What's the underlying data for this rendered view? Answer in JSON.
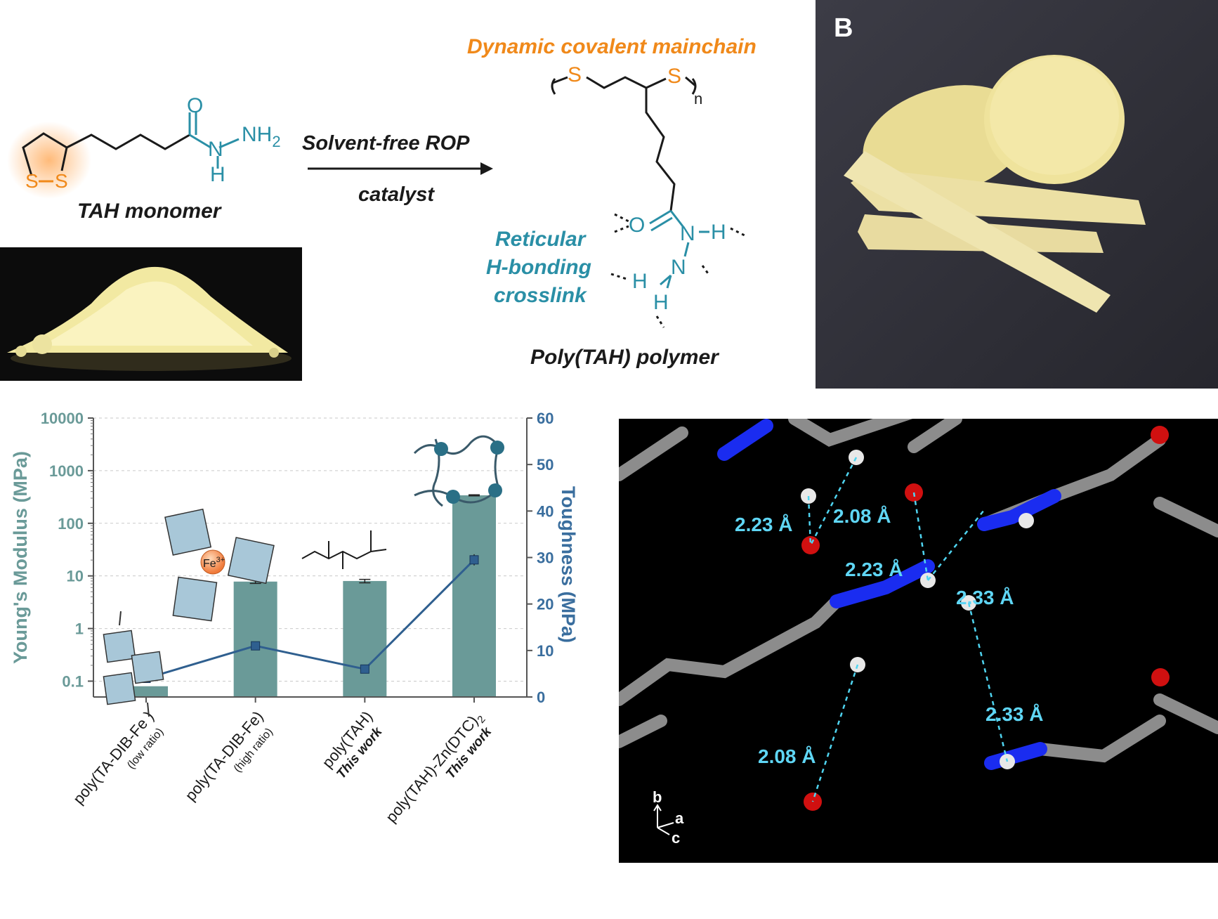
{
  "scheme": {
    "monomer_label": "TAH monomer",
    "atom_O": "O",
    "atom_N": "N",
    "atom_H": "H",
    "atom_NH2": "NH",
    "sub_2": "2",
    "atom_S": "S",
    "reaction_top": "Solvent-free ROP",
    "reaction_bottom": "catalyst",
    "mainchain_label": "Dynamic covalent mainchain",
    "repeat_n": "n",
    "crosslink_line1": "Reticular",
    "crosslink_line2": "H-bonding",
    "crosslink_line3": "crosslink",
    "polymer_label": "Poly(TAH) polymer"
  },
  "photo_panel": {
    "label": "B"
  },
  "crystal": {
    "axis_b": "b",
    "axis_a": "a",
    "axis_c": "c",
    "bond_labels": [
      "2.23 Å",
      "2.08 Å",
      "2.23 Å",
      "2.33 Å",
      "2.33 Å",
      "2.08 Å"
    ]
  },
  "inset_labels": {
    "fe": "Fe",
    "fe_charge": "3+"
  },
  "colors": {
    "bar": "#6a9a98",
    "line": "#2f5f8f",
    "left_axis": "#6a9a98",
    "right_axis": "#3a6e9e",
    "orange": "#f0891a",
    "teal": "#2a8fa6",
    "chem_blue": "#1a1ad0"
  },
  "chart_data": {
    "type": "bar",
    "categories": [
      {
        "main": "poly(TA-DIB-Fe )",
        "sub": "(low ratio)"
      },
      {
        "main": "poly(TA-DIB-Fe)",
        "sub": "(high ratio)"
      },
      {
        "main": "poly(TAH)",
        "sub": "This work"
      },
      {
        "main": "poly(TAH)-Zn(DTC)",
        "sub": "This work",
        "main_sub": "2"
      }
    ],
    "series": [
      {
        "axis": "left",
        "kind": "bar",
        "values": [
          0.08,
          7.8,
          8.0,
          340
        ],
        "errors": [
          0,
          0.6,
          0.6,
          8
        ]
      },
      {
        "axis": "right",
        "kind": "line",
        "values": [
          4,
          11,
          6,
          29.5
        ],
        "errors": [
          0.3,
          0.4,
          0.5,
          1.2
        ]
      }
    ],
    "y_left": {
      "label": "Young's Modulus (MPa)",
      "scale": "log",
      "ylim": [
        0.05,
        10000
      ],
      "ticks": [
        0.1,
        1,
        10,
        100,
        1000,
        10000
      ],
      "tick_labels": [
        "0.1",
        "1",
        "10",
        "100",
        "1000",
        "10000"
      ]
    },
    "y_right": {
      "label": "Toughness (MPa)",
      "scale": "linear",
      "ylim": [
        0,
        60
      ],
      "ticks": [
        0,
        10,
        20,
        30,
        40,
        50,
        60
      ],
      "tick_labels": [
        "0",
        "10",
        "20",
        "30",
        "40",
        "50",
        "60"
      ]
    },
    "grid": true
  }
}
